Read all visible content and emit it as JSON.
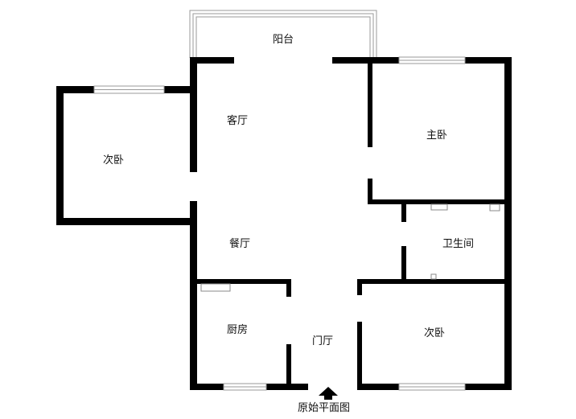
{
  "rooms": {
    "balcony": "阳台",
    "living_room": "客厅",
    "master_bedroom": "主卧",
    "second_bedroom_left": "次卧",
    "dining_room": "餐厅",
    "bathroom": "卫生间",
    "kitchen": "厨房",
    "entrance_hall": "门厅",
    "second_bedroom_right": "次卧"
  },
  "caption": "原始平面图"
}
